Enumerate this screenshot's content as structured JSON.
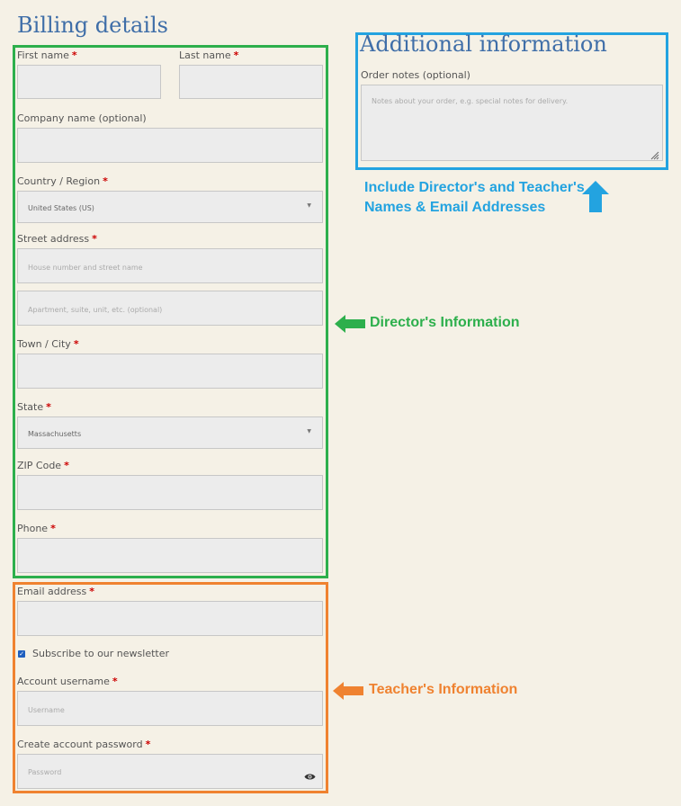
{
  "billing": {
    "title": "Billing details",
    "first_name_label": "First name",
    "last_name_label": "Last name",
    "company_label": "Company name (optional)",
    "country_label": "Country / Region",
    "country_value": "United States (US)",
    "street_label": "Street address",
    "street_placeholder": "House number and street name",
    "street2_placeholder": "Apartment, suite, unit, etc. (optional)",
    "city_label": "Town / City",
    "state_label": "State",
    "state_value": "Massachusetts",
    "zip_label": "ZIP Code",
    "phone_label": "Phone",
    "email_label": "Email address",
    "newsletter_label": "Subscribe to our newsletter",
    "newsletter_checked": true,
    "username_label": "Account username",
    "username_placeholder": "Username",
    "password_label": "Create account password",
    "password_placeholder": "Password",
    "required_mark": "*"
  },
  "additional": {
    "title": "Additional information",
    "order_notes_label": "Order notes (optional)",
    "order_notes_placeholder": "Notes about your order, e.g. special notes for delivery."
  },
  "annotations": {
    "additional_note_line1": "Include Director's and Teacher's",
    "additional_note_line2": "Names & Email Addresses",
    "director_note": "Director's Information",
    "teacher_note": "Teacher's Information"
  },
  "colors": {
    "director": "#2daf4c",
    "teacher": "#ef8230",
    "additional": "#23a3e0",
    "heading": "#3f6ea8"
  }
}
